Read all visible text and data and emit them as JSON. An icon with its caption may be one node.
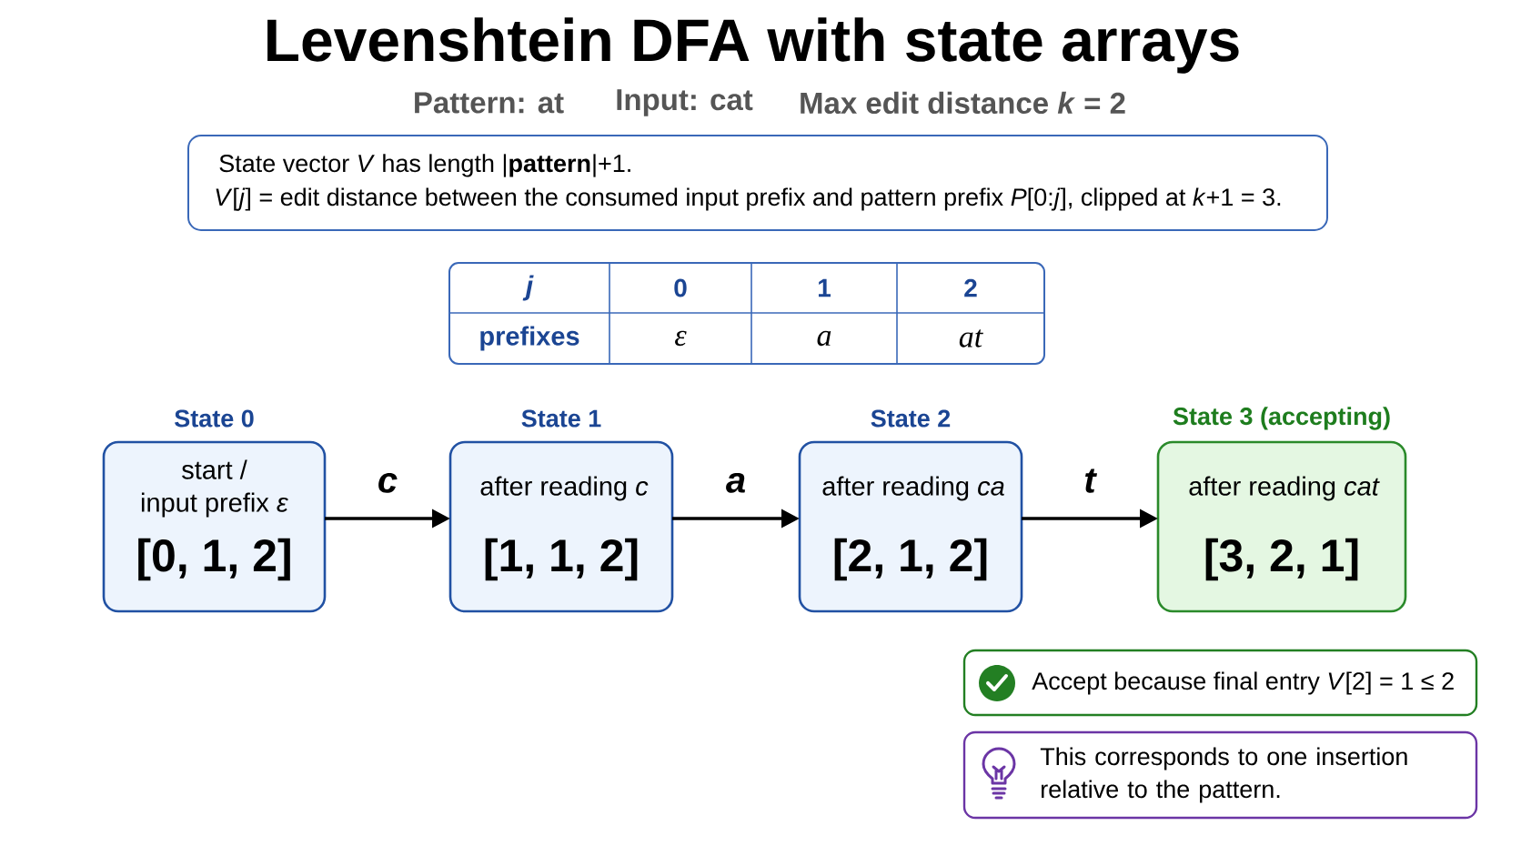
{
  "diagram": {
    "title": "Levenshtein DFA with state arrays",
    "nodes": [
      {
        "text": [
          "State vector *V* has length |**pattern**|+1.",
          "*V*[*j*] = edit distance between the consumed input prefix and pattern prefix *P*[0:*j*], clipped at *k*+1 = 3."
        ]
      },
      {
        "text": [
          "State 0",
          "start / input prefix *ε*",
          "[0, 1, 2]"
        ]
      },
      {
        "text": [
          "State 1",
          "after reading *c*",
          "[1, 1, 2]"
        ]
      },
      {
        "text": [
          "State 2",
          "after reading *ca*",
          "[2, 1, 2]"
        ]
      },
      {
        "text": [
          "State 3 (accepting)",
          "after reading *cat*",
          "[3, 2, 1]"
        ]
      },
      {
        "text": [
          "Accept because final entry *V*[2] = 1 ≤ 2"
        ]
      },
      {
        "text": [
          "This corresponds to one insertion relative to the pattern."
        ]
      }
    ],
    "edges": [
      {
        "from": 1,
        "to": 2,
        "arrow": "to",
        "label": "c"
      },
      {
        "from": 2,
        "to": 3,
        "arrow": "to",
        "label": "a"
      },
      {
        "from": 3,
        "to": 4,
        "arrow": "to",
        "label": "t"
      }
    ],
    "labels": [
      "Pattern: at",
      "Input: cat",
      "Max edit distance *k* = 2",
      "j",
      "0",
      "1",
      "2",
      "prefixes",
      "ε",
      "a",
      "at"
    ]
  }
}
